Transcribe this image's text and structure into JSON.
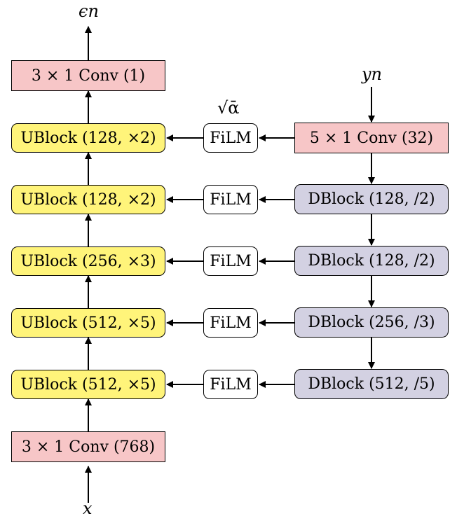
{
  "labels": {
    "output": "ϵn",
    "input": "x",
    "condition": "yn",
    "noise_level": "√ᾱ"
  },
  "left_column": {
    "top_conv": "3 × 1 Conv (1)",
    "ublocks": [
      "UBlock (128, ×2)",
      "UBlock (128, ×2)",
      "UBlock (256, ×3)",
      "UBlock (512, ×5)",
      "UBlock (512, ×5)"
    ],
    "bottom_conv": "3 × 1 Conv (768)"
  },
  "film_label": "FiLM",
  "right_column": {
    "top_conv": "5 × 1 Conv (32)",
    "dblocks": [
      "DBlock (128, /2)",
      "DBlock (128, /2)",
      "DBlock (256, /3)",
      "DBlock (512, /5)"
    ]
  },
  "colors": {
    "conv": "#f7c6c7",
    "ublock": "#fff47a",
    "dblock": "#d3d1e2",
    "film": "#ffffff"
  }
}
